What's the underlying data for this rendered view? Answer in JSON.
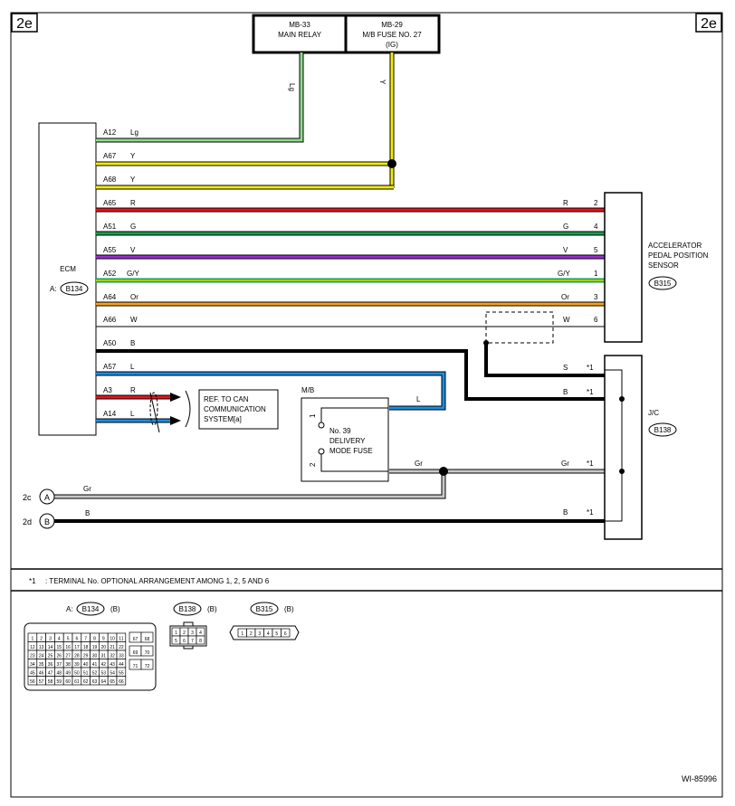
{
  "page": {
    "ref_left": "2e",
    "ref_right": "2e",
    "figure_id": "WI-85996"
  },
  "relays": {
    "main_relay": {
      "code": "MB-33",
      "name": "MAIN RELAY"
    },
    "fuse_box": {
      "code": "MB-29",
      "name": "M/B FUSE NO. 27",
      "sub": "(IG)"
    }
  },
  "ecm": {
    "name": "ECM",
    "connector_prefix": "A:",
    "connector": "B134"
  },
  "ecm_pins": [
    {
      "pin": "A12",
      "color_code": "Lg"
    },
    {
      "pin": "A67",
      "color_code": "Y"
    },
    {
      "pin": "A68",
      "color_code": "Y"
    },
    {
      "pin": "A65",
      "color_code": "R"
    },
    {
      "pin": "A51",
      "color_code": "G"
    },
    {
      "pin": "A55",
      "color_code": "V"
    },
    {
      "pin": "A52",
      "color_code": "G/Y"
    },
    {
      "pin": "A64",
      "color_code": "Or"
    },
    {
      "pin": "A66",
      "color_code": "W"
    },
    {
      "pin": "A50",
      "color_code": "B"
    },
    {
      "pin": "A57",
      "color_code": "L"
    },
    {
      "pin": "A3",
      "color_code": "R"
    },
    {
      "pin": "A14",
      "color_code": "L"
    }
  ],
  "vertical_labels": {
    "lg": "Lg",
    "y": "Y"
  },
  "sensor": {
    "name_lines": [
      "ACCELERATOR",
      "PEDAL POSITION",
      "SENSOR"
    ],
    "connector": "B315",
    "pins": [
      {
        "color_code": "R",
        "pin": "2"
      },
      {
        "color_code": "G",
        "pin": "4"
      },
      {
        "color_code": "V",
        "pin": "5"
      },
      {
        "color_code": "G/Y",
        "pin": "1"
      },
      {
        "color_code": "Or",
        "pin": "3"
      },
      {
        "color_code": "W",
        "pin": "6"
      }
    ]
  },
  "jc": {
    "name": "J/C",
    "connector": "B138",
    "pins": [
      {
        "color_code": "S",
        "mark": "*1"
      },
      {
        "color_code": "B",
        "mark": "*1"
      },
      {
        "color_code": "Gr",
        "mark": "*1"
      },
      {
        "color_code": "B",
        "mark": "*1"
      }
    ]
  },
  "can_ref": {
    "lines": [
      "REF. TO CAN",
      "COMMUNICATION",
      "SYSTEM[a]"
    ]
  },
  "mb": {
    "title": "M/B",
    "fuse_lines": [
      "No. 39",
      "DELIVERY",
      "MODE FUSE"
    ],
    "pin1": "1",
    "pin2": "2",
    "wire_in": "L",
    "wire_out": "Gr"
  },
  "refs": [
    {
      "page": "2c",
      "letter": "A",
      "color_code": "Gr"
    },
    {
      "page": "2d",
      "letter": "B",
      "color_code": "B"
    }
  ],
  "note": {
    "mark": "*1",
    "text": ": TERMINAL No. OPTIONAL ARRANGEMENT AMONG 1, 2, 5 AND 6"
  },
  "connectors_legend": [
    {
      "prefix": "A:",
      "code": "B134",
      "suffix": "(B)",
      "rows": [
        [
          "1",
          "2",
          "3",
          "4",
          "5",
          "6",
          "7",
          "8",
          "9",
          "10",
          "11"
        ],
        [
          "12",
          "13",
          "14",
          "15",
          "16",
          "17",
          "18",
          "19",
          "20",
          "21",
          "22"
        ],
        [
          "23",
          "24",
          "25",
          "26",
          "27",
          "28",
          "29",
          "30",
          "31",
          "32",
          "33"
        ],
        [
          "34",
          "35",
          "36",
          "37",
          "38",
          "39",
          "40",
          "41",
          "42",
          "43",
          "44"
        ],
        [
          "45",
          "46",
          "47",
          "48",
          "49",
          "50",
          "51",
          "52",
          "53",
          "54",
          "55"
        ],
        [
          "56",
          "57",
          "58",
          "59",
          "60",
          "61",
          "62",
          "63",
          "64",
          "65",
          "66"
        ]
      ],
      "extra": [
        "67",
        "68",
        "69",
        "70",
        "71",
        "72"
      ]
    },
    {
      "prefix": "",
      "code": "B138",
      "suffix": "(B)",
      "rows": [
        [
          "1",
          "2",
          "3",
          "4"
        ],
        [
          "5",
          "6",
          "7",
          "8"
        ]
      ]
    },
    {
      "prefix": "",
      "code": "B315",
      "suffix": "(B)",
      "rows": [
        [
          "1",
          "2",
          "3",
          "4",
          "5",
          "6"
        ]
      ]
    }
  ],
  "wire_colors": {
    "Lg": "#8edb8e",
    "Y": "#f5ec00",
    "R": "#e8141b",
    "G": "#18a04e",
    "V": "#9b2fd6",
    "G/Y": "#18a04e",
    "Or": "#f7a11a",
    "W": "#000000",
    "B": "#000000",
    "L": "#1a8fe3",
    "Gr": "#c8c8c8",
    "S": "#000000"
  }
}
